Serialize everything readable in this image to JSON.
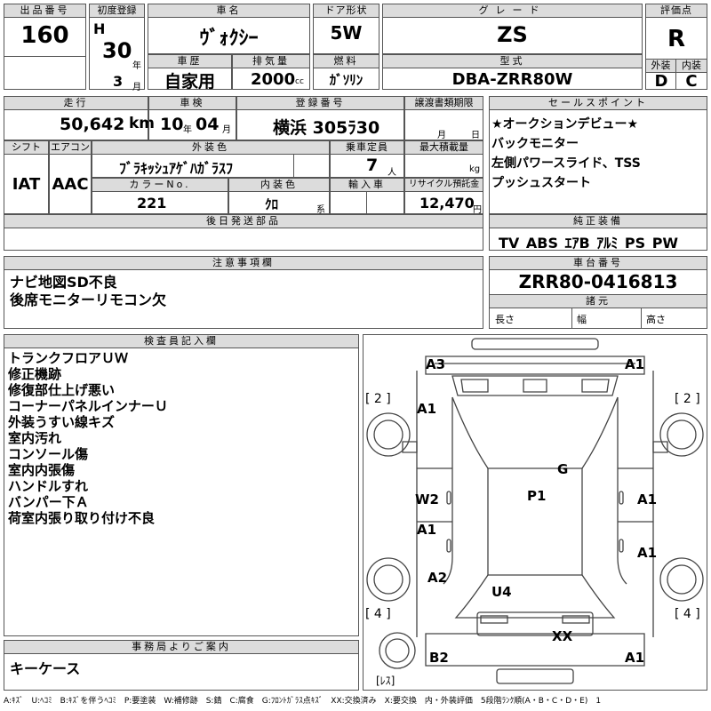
{
  "lot": {
    "label": "出品番号",
    "value": "160"
  },
  "first_reg": {
    "label": "初度登録",
    "era": "H",
    "year": "30",
    "year_unit": "年",
    "month": "3",
    "month_unit": "月"
  },
  "car_name": {
    "label": "車名",
    "value": "ｳﾞｫｸｼｰ"
  },
  "door": {
    "label": "ドア形状",
    "value": "5W"
  },
  "grade": {
    "label": "グレード",
    "value": "ZS"
  },
  "score": {
    "label": "評価点",
    "value": "R"
  },
  "history": {
    "label": "車歴",
    "value": "自家用"
  },
  "displacement": {
    "label": "排気量",
    "value": "2000",
    "unit": "cc"
  },
  "fuel": {
    "label": "燃料",
    "value": "ｶﾞｿﾘﾝ"
  },
  "model": {
    "label": "型式",
    "value": "DBA-ZRR80W"
  },
  "exterior_score": {
    "label": "外装",
    "value": "D"
  },
  "interior_score": {
    "label": "内装",
    "value": "C"
  },
  "mileage": {
    "label": "走行",
    "value": "50,642",
    "unit": "km"
  },
  "inspection": {
    "label": "車検",
    "year": "10",
    "year_unit": "年",
    "month": "04",
    "month_unit": "月"
  },
  "reg_number": {
    "label": "登録番号",
    "value": "横浜 305ﾗ30"
  },
  "transfer": {
    "label": "譲渡書類期限",
    "month_unit": "月",
    "day_unit": "日"
  },
  "shift": {
    "label": "シフト",
    "value": "IAT"
  },
  "aircon": {
    "label": "エアコン",
    "value": "AAC"
  },
  "exterior_color": {
    "label": "外装色",
    "value": "ﾌﾞﾗｷｯｼｭｱｹﾞﾊｶﾞﾗｽﾌ"
  },
  "capacity": {
    "label": "乗車定員",
    "value": "7",
    "unit": "人"
  },
  "max_load": {
    "label": "最大積載量",
    "unit": "kg"
  },
  "color_no": {
    "label": "カラーNo.",
    "value": "221"
  },
  "interior_color": {
    "label": "内装色",
    "value": "ｸﾛ",
    "unit": "系"
  },
  "import": {
    "label": "輸入車"
  },
  "recycle": {
    "label": "リサイクル預託金",
    "value": "12,470",
    "unit": "円"
  },
  "later_parts": {
    "label": "後日発送部品"
  },
  "sales_points": {
    "label": "セールスポイント",
    "lines": [
      "★オークションデビュー★",
      "バックモニター",
      "左側パワースライド、TSS",
      "プッシュスタート"
    ]
  },
  "equipment": {
    "label": "純正装備",
    "value": "TV ABS ｴｱB ｱﾙﾐ PS PW"
  },
  "notes": {
    "label": "注意事項欄",
    "lines": [
      "ナビ地図SD不良",
      "後席モニターリモコン欠"
    ]
  },
  "chassis": {
    "label": "車台番号",
    "value": "ZRR80-0416813"
  },
  "dimensions": {
    "label": "諸元",
    "length": "長さ",
    "width": "幅",
    "height": "高さ"
  },
  "inspector": {
    "label": "検査員記入欄",
    "lines": [
      "トランクフロアＵＷ",
      "修正機跡",
      "修復部仕上げ悪い",
      "コーナーパネルインナーＵ",
      "外装うすい線キズ",
      "室内汚れ",
      "コンソール傷",
      "室内内張傷",
      "ハンドルすれ",
      "バンパー下Ａ",
      "荷室内張り取り付け不良"
    ]
  },
  "office": {
    "label": "事務局よりご案内",
    "value": "キーケース"
  },
  "damage": {
    "a3_tl": "A3",
    "a1_tr": "A1",
    "b2_l": "[ 2 ]",
    "b2_r": "[ 2 ]",
    "a1_lf": "A1",
    "g": "G",
    "w2": "W2",
    "p1": "P1",
    "a1_rm": "A1",
    "a1_lm": "A1",
    "a1_rr": "A1",
    "a2_l": "A2",
    "u4": "U4",
    "b4_l": "[ 4 ]",
    "b4_r": "[ 4 ]",
    "xx": "XX",
    "b2_bl": "B2",
    "a1_br": "A1",
    "res": "[ﾚｽ]"
  },
  "legend": "A:ｷｽﾞ　U:ﾍｺﾐ　B:ｷｽﾞを伴うﾍｺﾐ　P:要塗装　W:補修跡　S:錆　C:腐食　G:ﾌﾛﾝﾄｶﾞﾗｽ点ｷｽﾞ　XX:交換済み　X:要交換　内・外装評価　5段階ﾗﾝｸ順(A・B・C・D・E)　1"
}
